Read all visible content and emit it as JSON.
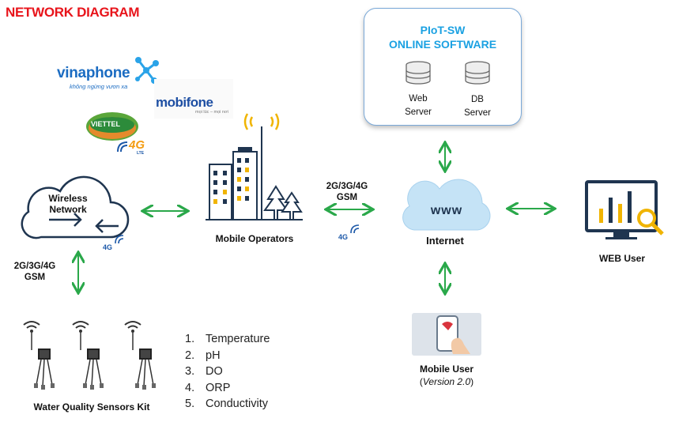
{
  "title": "NETWORK DIAGRAM",
  "server_box": {
    "line1": "PIoT-SW",
    "line2": "ONLINE SOFTWARE",
    "web_server_a": "Web",
    "web_server_b": "Server",
    "db_server_a": "DB",
    "db_server_b": "Server"
  },
  "logos": {
    "vinaphone": "vinaphone",
    "vinaphone_tag": "không ngừng vươn xa",
    "mobifone": "mobifone",
    "mobifone_tag": "mọi lúc – mọi nơi",
    "viettel": "VIETTEL",
    "lte": "4G",
    "lte_sub": "LTE"
  },
  "nodes": {
    "wireless_a": "Wireless",
    "wireless_b": "Network",
    "mobile_operators": "Mobile Operators",
    "internet": "Internet",
    "www": "www",
    "web_user": "WEB User",
    "mobile_user": "Mobile User",
    "mobile_user_version": "Version 2.0",
    "sensors_kit": "Water Quality Sensors Kit"
  },
  "links": {
    "left_gsm_a": "2G/3G/4G",
    "left_gsm_b": "GSM",
    "mid_gsm_a": "2G/3G/4G",
    "mid_gsm_b": "GSM",
    "badge_4g": "4G"
  },
  "parameters": [
    {
      "n": "1.",
      "label": "Temperature"
    },
    {
      "n": "2.",
      "label": "pH"
    },
    {
      "n": "3.",
      "label": "DO"
    },
    {
      "n": "4.",
      "label": "ORP"
    },
    {
      "n": "5.",
      "label": "Conductivity"
    }
  ],
  "colors": {
    "title_red": "#e8141b",
    "accent_blue": "#1ba1e2",
    "arrow_green": "#2aa84a",
    "cloud_blue": "#c5e3f6",
    "dark_navy": "#1f3550",
    "gold": "#f0b400"
  }
}
